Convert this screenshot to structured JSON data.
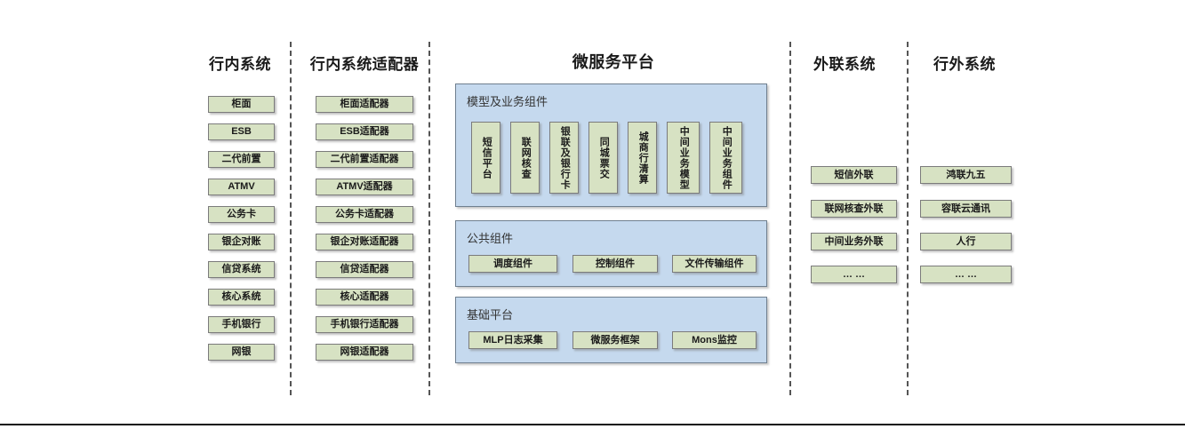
{
  "diagram": {
    "title_microservice": "微服务平台",
    "colors": {
      "box_fill": "#d7e2c3",
      "box_border": "#7b7b7b",
      "panel_fill": "#c5d9ee",
      "panel_border": "#6f7f8f",
      "separator": "#555555",
      "text": "#1a1a1a"
    },
    "columns": [
      {
        "id": "internal-systems",
        "title": "行内系统",
        "items": [
          "柜面",
          "ESB",
          "二代前置",
          "ATMV",
          "公务卡",
          "银企对账",
          "信贷系统",
          "核心系统",
          "手机银行",
          "网银"
        ]
      },
      {
        "id": "internal-system-adapters",
        "title": "行内系统适配器",
        "items": [
          "柜面适配器",
          "ESB适配器",
          "二代前置适配器",
          "ATMV适配器",
          "公务卡适配器",
          "银企对账适配器",
          "信贷适配器",
          "核心适配器",
          "手机银行适配器",
          "网银适配器"
        ]
      },
      {
        "id": "external-liaison-systems",
        "title": "外联系统",
        "items": [
          "短信外联",
          "联网核查外联",
          "中间业务外联",
          "… …"
        ]
      },
      {
        "id": "outside-bank-systems",
        "title": "行外系统",
        "items": [
          "鸿联九五",
          "容联云通讯",
          "人行",
          "… …"
        ]
      }
    ],
    "microservice_platform": {
      "title": "微服务平台",
      "panels": [
        {
          "id": "model-and-business-components",
          "title": "模型及业务组件",
          "orientation": "vertical",
          "items": [
            "短信平台",
            "联网核查",
            "银联及银行卡",
            "同城票交",
            "城商行清算",
            "中间业务模型",
            "中间业务组件"
          ]
        },
        {
          "id": "public-components",
          "title": "公共组件",
          "orientation": "horizontal",
          "items": [
            "调度组件",
            "控制组件",
            "文件传输组件"
          ]
        },
        {
          "id": "basic-platform",
          "title": "基础平台",
          "orientation": "horizontal",
          "items": [
            "MLP日志采集",
            "微服务框架",
            "Mons监控"
          ]
        }
      ]
    }
  }
}
